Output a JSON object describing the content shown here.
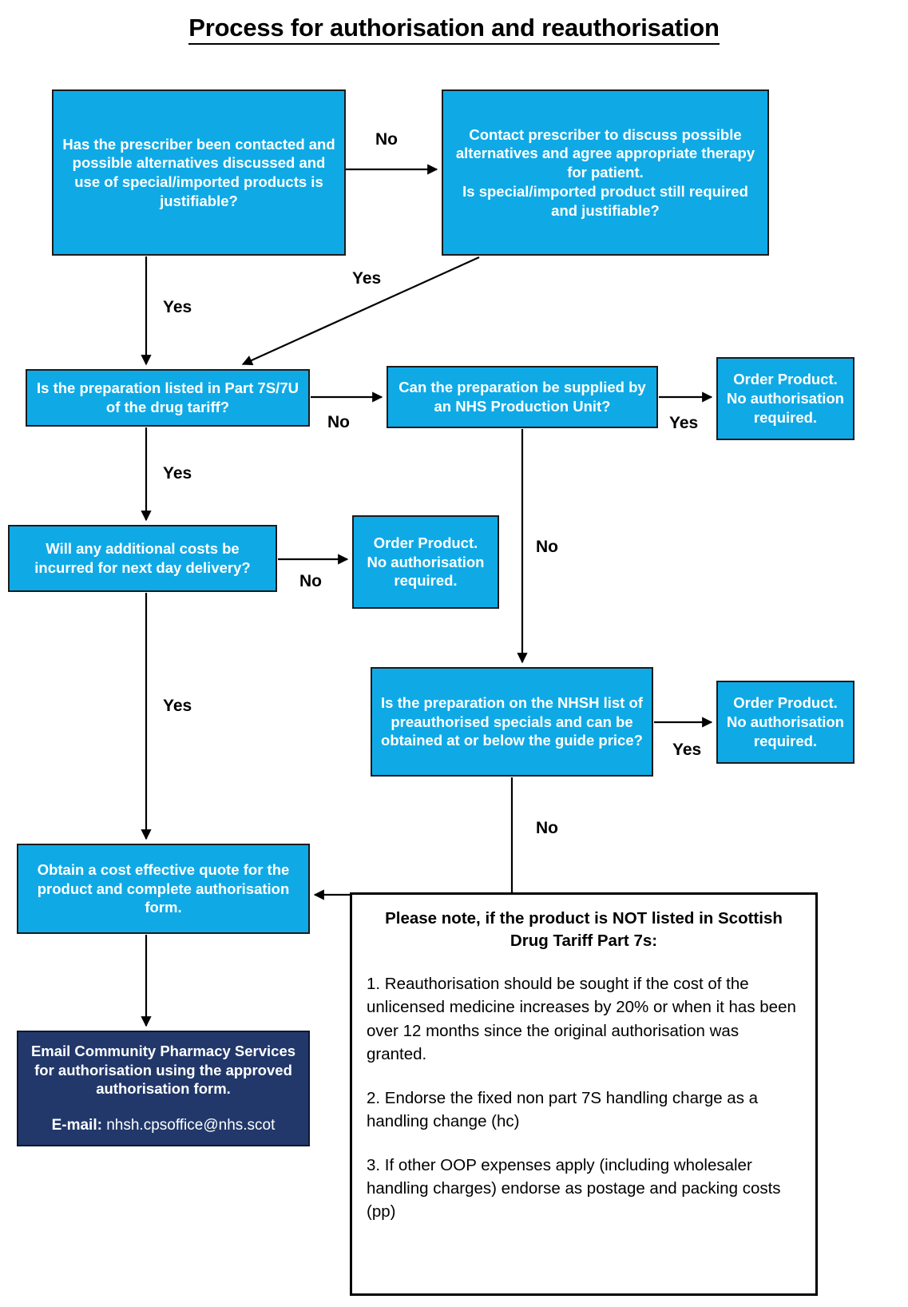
{
  "title": "Process for authorisation and reauthorisation",
  "colors": {
    "node_blue": "#0FAAE6",
    "node_navy": "#22386A",
    "border": "#1B1B1B",
    "text_on_node": "#FFFFFF",
    "edge_label": "#000000",
    "background": "#FFFFFF"
  },
  "nodes": {
    "prescriber_contacted": "Has the prescriber been contacted and possible alternatives discussed and use of special/imported products is justifiable?",
    "contact_prescriber": "Contact prescriber to discuss possible alternatives and agree appropriate therapy for patient.\nIs special/imported product still required and justifiable?",
    "listed_part_7s7u": "Is the preparation listed in Part 7S/7U of the drug tariff?",
    "nhs_production_unit": "Can the preparation be supplied by an NHS Production Unit?",
    "order_product_1": "Order Product.\nNo authorisation required.",
    "additional_costs": "Will any additional costs be incurred for next day delivery?",
    "order_product_2": "Order Product.\nNo authorisation required.",
    "nhsh_preauthorised": "Is the preparation on the NHSH list of preauthorised specials and can be obtained at or below the guide price?",
    "order_product_3": "Order Product.\nNo authorisation required.",
    "obtain_quote": "Obtain a cost effective quote for the product and complete authorisation form.",
    "email_cps": "Email Community Pharmacy Services for authorisation using the approved authorisation form.",
    "email_label": "E-mail:",
    "email_address": "nhsh.cpsoffice@nhs.scot"
  },
  "edge_labels": {
    "no_top": "No",
    "yes_diagonal": "Yes",
    "yes_left_1": "Yes",
    "no_part7": "No",
    "yes_production": "Yes",
    "yes_left_2": "Yes",
    "no_additional_costs": "No",
    "no_production_down": "No",
    "yes_left_3": "Yes",
    "yes_nhsh": "Yes",
    "no_nhsh": "No"
  },
  "note": {
    "title": "Please note, if the product is NOT listed in Scottish Drug Tariff Part 7s:",
    "items": [
      "1.  Reauthorisation should be sought if the cost of the unlicensed medicine increases by 20% or when it has been over 12 months since the original authorisation was granted.",
      "2. Endorse the fixed non part 7S handling charge as a handling change (hc)",
      "3. If other OOP expenses apply (including wholesaler handling charges) endorse as postage and packing costs (pp)"
    ]
  }
}
